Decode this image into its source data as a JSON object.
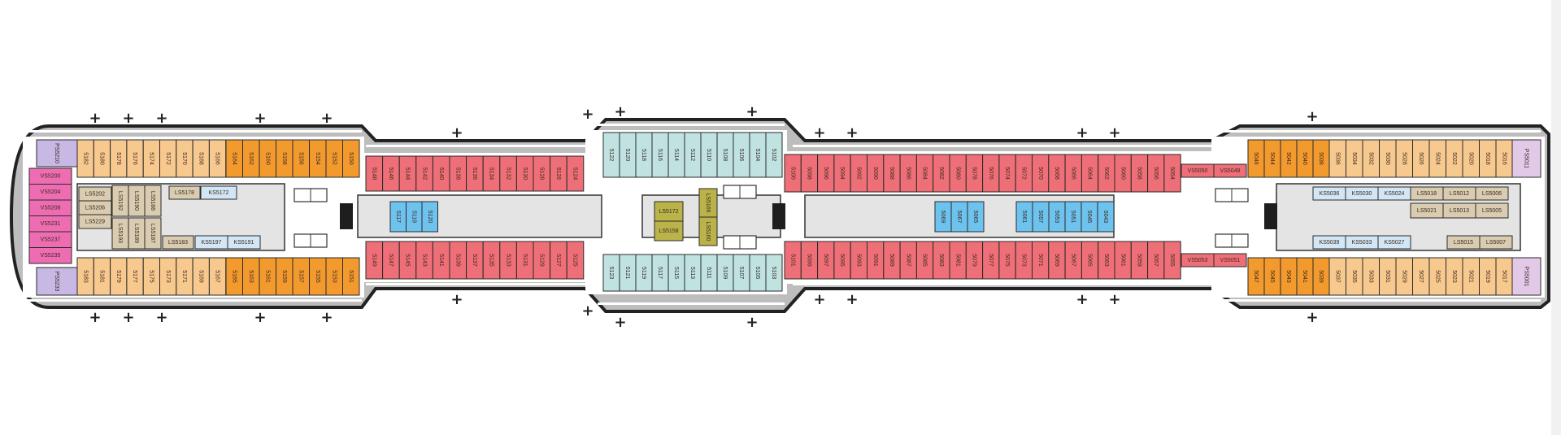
{
  "colors": {
    "hull": "#222222",
    "deck": "#bdbdbd",
    "corridor": "#e4e4e4",
    "light-orange": "#f8c98e",
    "dark-orange": "#f39a2e",
    "red": "#ef6f78",
    "teal": "#c0e3e2",
    "blue": "#6ec2ee",
    "pink": "#ee6db2",
    "purple": "#c7b8e4",
    "beige": "#d9ccb0",
    "pale-blue": "#d2e6f5",
    "olive": "#bab34a",
    "lilac": "#e3c9e8"
  },
  "cabin_rows": [
    {
      "id": "a-top-light",
      "category": "light-orange",
      "labels": [
        "5182",
        "5180",
        "5178",
        "5176",
        "5174",
        "5172",
        "5170",
        "5168",
        "5166"
      ]
    },
    {
      "id": "a-top-dark",
      "category": "dark-orange",
      "labels": [
        "5164",
        "5162",
        "5160",
        "5158",
        "5156",
        "5154",
        "5152",
        "5150"
      ]
    },
    {
      "id": "a-bot-light",
      "category": "light-orange",
      "labels": [
        "5183",
        "5181",
        "5179",
        "5177",
        "5175",
        "5173",
        "5171",
        "5169",
        "5167"
      ]
    },
    {
      "id": "a-bot-dark",
      "category": "dark-orange",
      "labels": [
        "5165",
        "5163",
        "5161",
        "5159",
        "5157",
        "5155",
        "5153",
        "5151"
      ]
    },
    {
      "id": "a-bow-vs",
      "category": "pink",
      "labels": [
        "VS5200",
        "VS5204",
        "VS5208",
        "VS5231",
        "VS5237",
        "VS5235"
      ]
    },
    {
      "id": "a-purple-top",
      "category": "purple",
      "labels": [
        "PS5210"
      ]
    },
    {
      "id": "a-purple-bot",
      "category": "purple",
      "labels": [
        "PS5233"
      ]
    },
    {
      "id": "a-inner-ls",
      "category": "beige",
      "labels": [
        "LS5202",
        "LS5206",
        "LS5229"
      ]
    },
    {
      "id": "a-inner-ls-tall-top",
      "category": "beige",
      "labels": [
        "LS5192",
        "LS5190",
        "LS5188"
      ]
    },
    {
      "id": "a-inner-ls-tall-bot",
      "category": "beige",
      "labels": [
        "LS5193",
        "LS5189",
        "LS5187"
      ]
    },
    {
      "id": "a-inner-top",
      "category": "beige",
      "labels": [
        "LS5178"
      ]
    },
    {
      "id": "a-inner-top-ks",
      "category": "pale-blue",
      "labels": [
        "KS5172"
      ]
    },
    {
      "id": "a-inner-bot",
      "category": "beige",
      "labels": [
        "LS5183"
      ]
    },
    {
      "id": "a-inner-bot-ks",
      "category": "pale-blue",
      "labels": [
        "KS5197",
        "KS5191"
      ]
    },
    {
      "id": "b-top",
      "category": "red",
      "labels": [
        "5148",
        "5146",
        "5144",
        "5142",
        "5140",
        "5138",
        "5136",
        "5134",
        "5132",
        "5130",
        "5128",
        "5126",
        "5124"
      ]
    },
    {
      "id": "b-bot",
      "category": "red",
      "labels": [
        "5149",
        "5147",
        "5145",
        "5143",
        "5141",
        "5139",
        "5137",
        "5135",
        "5133",
        "5131",
        "5129",
        "5127",
        "5125"
      ]
    },
    {
      "id": "b-mid",
      "category": "blue",
      "labels": [
        "5117",
        "5119",
        "5120"
      ]
    },
    {
      "id": "c-top",
      "category": "teal",
      "labels": [
        "5122",
        "5120",
        "5118",
        "5116",
        "5114",
        "5112",
        "5110",
        "5108",
        "5106",
        "5104",
        "5102"
      ]
    },
    {
      "id": "c-bot",
      "category": "teal",
      "labels": [
        "5123",
        "5121",
        "5119",
        "5117",
        "5115",
        "5113",
        "5111",
        "5109",
        "5107",
        "5105",
        "5103"
      ]
    },
    {
      "id": "c-olive",
      "category": "olive",
      "labels": [
        "LS5172",
        "LS5158"
      ]
    },
    {
      "id": "c-olive-tall",
      "category": "olive",
      "labels": [
        "LS5166",
        "LS5160"
      ]
    },
    {
      "id": "d-top",
      "category": "red",
      "labels": [
        "5100",
        "5098",
        "5096",
        "5094",
        "5092",
        "5090",
        "5088",
        "5086",
        "5084",
        "5082",
        "5080",
        "5078",
        "5076",
        "5074",
        "5072",
        "5070",
        "5068",
        "5066",
        "5064",
        "5062",
        "5060",
        "5058",
        "5056",
        "5054"
      ]
    },
    {
      "id": "d-bot",
      "category": "red",
      "labels": [
        "5101",
        "5099",
        "5097",
        "5095",
        "5093",
        "5091",
        "5089",
        "5087",
        "5085",
        "5083",
        "5081",
        "5079",
        "5077",
        "5075",
        "5073",
        "5071",
        "5069",
        "5067",
        "5065",
        "5063",
        "5061",
        "5059",
        "5057",
        "5055"
      ]
    },
    {
      "id": "d-vs-top",
      "category": "red",
      "labels": [
        "VS5050",
        "VS5048"
      ]
    },
    {
      "id": "d-vs-bot",
      "category": "red",
      "labels": [
        "VS5053",
        "VS5051"
      ]
    },
    {
      "id": "d-mid-1",
      "category": "blue",
      "labels": [
        "5069",
        "5067",
        "5065"
      ]
    },
    {
      "id": "d-mid-2",
      "category": "blue",
      "labels": [
        "5061",
        "5057",
        "5053",
        "5051",
        "5045",
        "5043"
      ]
    },
    {
      "id": "e-top-dark",
      "category": "dark-orange",
      "labels": [
        "5046",
        "5044",
        "5042",
        "5040",
        "5038"
      ]
    },
    {
      "id": "e-top-light",
      "category": "light-orange",
      "labels": [
        "5036",
        "5034",
        "5032",
        "5030",
        "5028",
        "5026",
        "5024",
        "5022",
        "5020",
        "5018",
        "5016"
      ]
    },
    {
      "id": "e-bot-dark",
      "category": "dark-orange",
      "labels": [
        "5047",
        "5045",
        "5043",
        "5041",
        "5039"
      ]
    },
    {
      "id": "e-bot-light",
      "category": "light-orange",
      "labels": [
        "5037",
        "5035",
        "5033",
        "5031",
        "5029",
        "5027",
        "5025",
        "5023",
        "5021",
        "5019",
        "5017"
      ]
    },
    {
      "id": "e-lilac-top",
      "category": "lilac",
      "labels": [
        "PS5011"
      ]
    },
    {
      "id": "e-lilac-bot",
      "category": "lilac",
      "labels": [
        "PS5001"
      ]
    },
    {
      "id": "e-ks-top",
      "category": "pale-blue",
      "labels": [
        "KS5036",
        "KS5030",
        "KS5024"
      ]
    },
    {
      "id": "e-ls-top",
      "category": "beige",
      "labels": [
        "LS5018",
        "LS5012",
        "LS5006"
      ]
    },
    {
      "id": "e-ls-mid",
      "category": "beige",
      "labels": [
        "LS5021",
        "LS5013",
        "LS5005"
      ]
    },
    {
      "id": "e-ks-bot",
      "category": "pale-blue",
      "labels": [
        "KS5039",
        "KS5033",
        "KS5027"
      ]
    },
    {
      "id": "e-ls-bot",
      "category": "beige",
      "labels": [
        "LS5015",
        "LS5007"
      ]
    }
  ],
  "markers": {
    "lifeboat_symbol": "+"
  }
}
